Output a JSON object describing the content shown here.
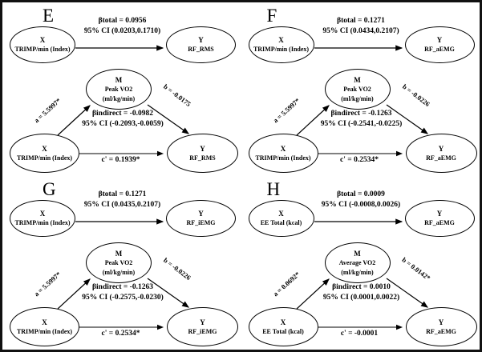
{
  "colors": {
    "ink": "#000000",
    "background": "#ffffff"
  },
  "figure": {
    "panels": [
      {
        "label": "E",
        "total": {
          "beta": "βtotal = 0.0956",
          "ci": "95% CI (0.0203,0.1710)",
          "x1": "X",
          "x2": "TRIMP/min (Index)",
          "y1": "Y",
          "y2": "RF_RMS"
        },
        "med": {
          "a": "a = 5.5997*",
          "b": "b = -0.0175",
          "beta": "βindirect = -0.0982",
          "ci": "95% CI (-0.2093,-0.0059)",
          "c": "c' = 0.1939*",
          "x1": "X",
          "x2": "TRIMP/min (Index)",
          "m1": "M",
          "m2": "Peak VO2",
          "m3": "(ml/kg/min)",
          "y1": "Y",
          "y2": "RF_RMS"
        }
      },
      {
        "label": "F",
        "total": {
          "beta": "βtotal = 0.1271",
          "ci": "95% CI (0.0434,0.2107)",
          "x1": "X",
          "x2": "TRIMP/min (Index)",
          "y1": "Y",
          "y2": "RF_aEMG"
        },
        "med": {
          "a": "a = 5.5997*",
          "b": "b = -0.0226",
          "beta": "βindirect = -0.1263",
          "ci": "95% CI (-0.2541,-0.0225)",
          "c": "c' = 0.2534*",
          "x1": "X",
          "x2": "TRIMP/min (Index)",
          "m1": "M",
          "m2": "Peak VO2",
          "m3": "(ml/kg/min)",
          "y1": "Y",
          "y2": "RF_aEMG"
        }
      },
      {
        "label": "G",
        "total": {
          "beta": "βtotal = 0.1271",
          "ci": "95% CI (0.0435,0.2107)",
          "x1": "X",
          "x2": "TRIMP/min (Index)",
          "y1": "Y",
          "y2": "RF_iEMG"
        },
        "med": {
          "a": "a = 5.5997*",
          "b": "b = -0.0226",
          "beta": "βindirect = -0.1263",
          "ci": "95% CI (-0.2575,-0.0230)",
          "c": "c' = 0.2534*",
          "x1": "X",
          "x2": "TRIMP/min (Index)",
          "m1": "M",
          "m2": "Peak VO2",
          "m3": "(ml/kg/min)",
          "y1": "Y",
          "y2": "RF_iEMG"
        }
      },
      {
        "label": "H",
        "total": {
          "beta": "βtotal = 0.0009",
          "ci": "95% CI (-0.0008,0.0026)",
          "x1": "X",
          "x2": "EE Total (kcal)",
          "y1": "Y",
          "y2": "RF_aEMG"
        },
        "med": {
          "a": "a = 0.0692*",
          "b": "b = 0.0142*",
          "beta": "βindirect = 0.0010",
          "ci": "95% CI (0.0001,0.0022)",
          "c": "c' = -0.0001",
          "x1": "X",
          "x2": "EE Total (kcal)",
          "m1": "M",
          "m2": "Average VO2",
          "m3": "(ml/kg/min)",
          "y1": "Y",
          "y2": "RF_aEMG"
        }
      }
    ]
  }
}
